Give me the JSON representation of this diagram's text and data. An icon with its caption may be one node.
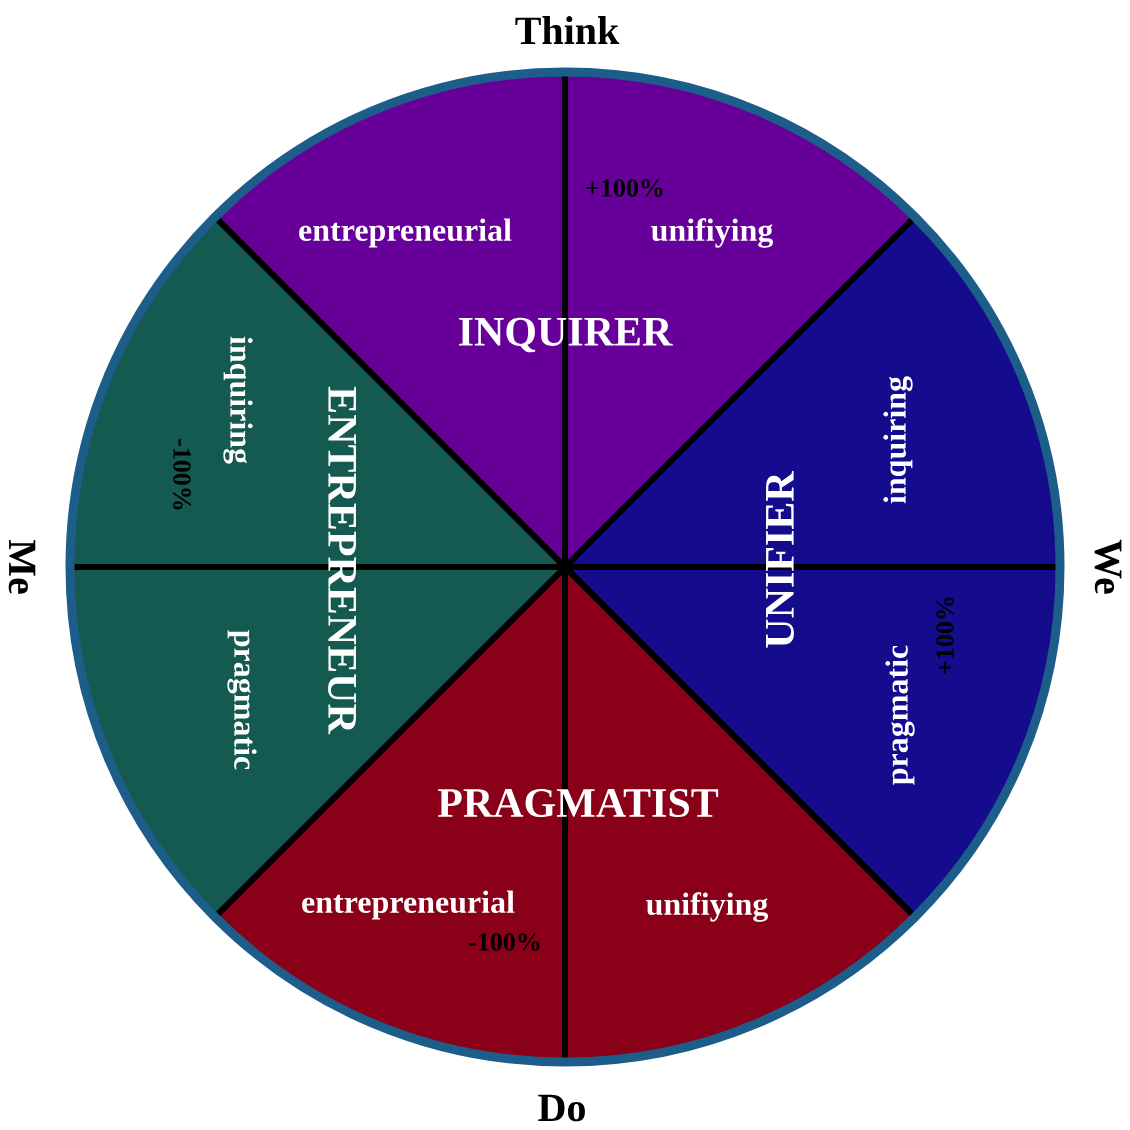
{
  "diagram": {
    "nodes": [
      {
        "text": [
          "+100%",
          "entrepreneurial",
          "unifiying",
          "INQUIRER"
        ]
      },
      {
        "text": [
          "inquiring",
          "UNIFIER",
          "+100%",
          "pragmatic"
        ]
      },
      {
        "text": [
          "PRAGMATIST",
          "entrepreneurial",
          "unifiying",
          "-100%"
        ]
      },
      {
        "text": [
          "inquiring",
          "-100%",
          "ENTREPRENEUR",
          "pragmatic"
        ]
      }
    ],
    "labels": [
      "Think",
      "Me",
      "We",
      "Do"
    ]
  }
}
